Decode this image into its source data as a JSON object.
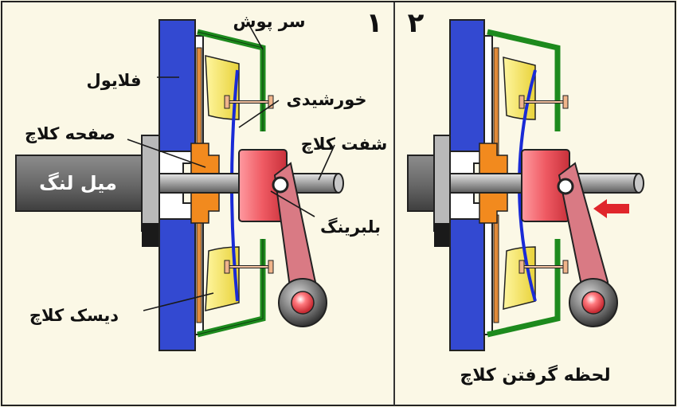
{
  "panels": [
    {
      "number": "۱",
      "labels": {
        "cover": "سر پوش",
        "flywheel": "فلایول",
        "diaphragm_spring": "خورشیدی",
        "clutch_plate": "صفحه کلاچ",
        "clutch_shaft": "شفت کلاچ",
        "crankshaft": "میل لنگ",
        "release_bearing": "بلبرینگ",
        "clutch_disc": "دیسک کلاچ"
      }
    },
    {
      "number": "۲",
      "caption": "لحظه گرفتن کلاچ"
    }
  ],
  "colors": {
    "background": "#fbf8e6",
    "flywheel": "#3349d1",
    "cover": "#1d8a1d",
    "spring": "#1a2bd6",
    "plate": "#f2e33a",
    "hub": "#f28a1e",
    "bearing": "#e84a55",
    "lever": "#d97a84",
    "shaft": "#9a9a9a",
    "crankshaft": "#6d6d6d",
    "arrow": "#e0262b"
  },
  "icons": {
    "arrow": "arrow-left-icon"
  }
}
